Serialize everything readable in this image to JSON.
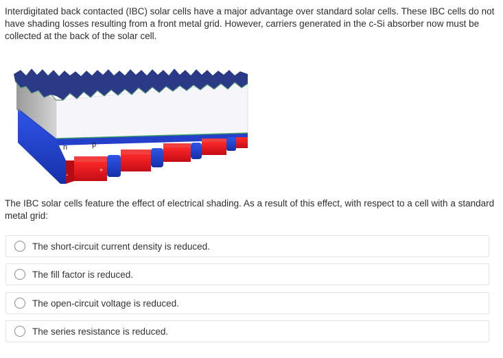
{
  "intro_text": "Interdigitated back contacted (IBC) solar cells have a major advantage over standard solar cells. These IBC cells do not have shading losses resulting from a front metal grid. However, carriers generated in the c-Si absorber now must be collected at the back of the solar cell.",
  "figure": {
    "label_n": "n",
    "label_p": "p",
    "label_minus": "-",
    "label_plus": "+",
    "colors": {
      "silicon": "#f2f2f6",
      "n_contact": "#1f3fd0",
      "p_contact": "#e0141c",
      "texture": "#2c3a8a"
    }
  },
  "question_text": "The IBC solar cells feature the effect of electrical shading. As a result of this effect, with respect to a cell with a standard metal grid:",
  "options": [
    {
      "label": "The short-circuit current density is reduced."
    },
    {
      "label": "The fill factor is reduced."
    },
    {
      "label": "The open-circuit voltage is reduced."
    },
    {
      "label": "The series resistance is reduced."
    }
  ]
}
